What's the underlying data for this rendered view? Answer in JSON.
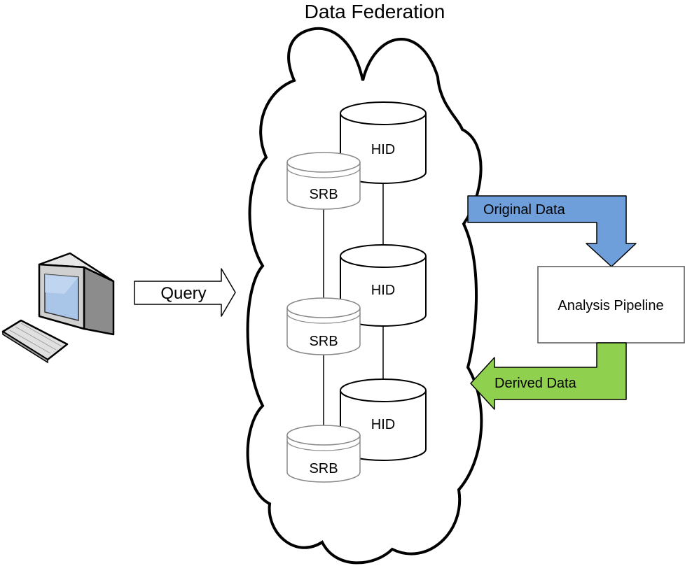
{
  "title": "Data Federation",
  "query_label": "Query",
  "original_data_label": "Original Data",
  "derived_data_label": "Derived Data",
  "pipeline_label": "Analysis Pipeline",
  "databases": [
    {
      "kind": "HID",
      "label": "HID"
    },
    {
      "kind": "HID",
      "label": "HID"
    },
    {
      "kind": "HID",
      "label": "HID"
    },
    {
      "kind": "SRB",
      "label": "SRB"
    },
    {
      "kind": "SRB",
      "label": "SRB"
    },
    {
      "kind": "SRB",
      "label": "SRB"
    }
  ],
  "colors": {
    "original_arrow": "#6f9fda",
    "derived_arrow": "#8fd14f",
    "cloud_stroke": "#000000",
    "srb_stroke": "#888888",
    "monitor_bezel": "#d9d9d9",
    "screen": "#a9c5e8"
  },
  "icons": {
    "computer": "computer-icon",
    "keyboard": "keyboard-icon"
  }
}
